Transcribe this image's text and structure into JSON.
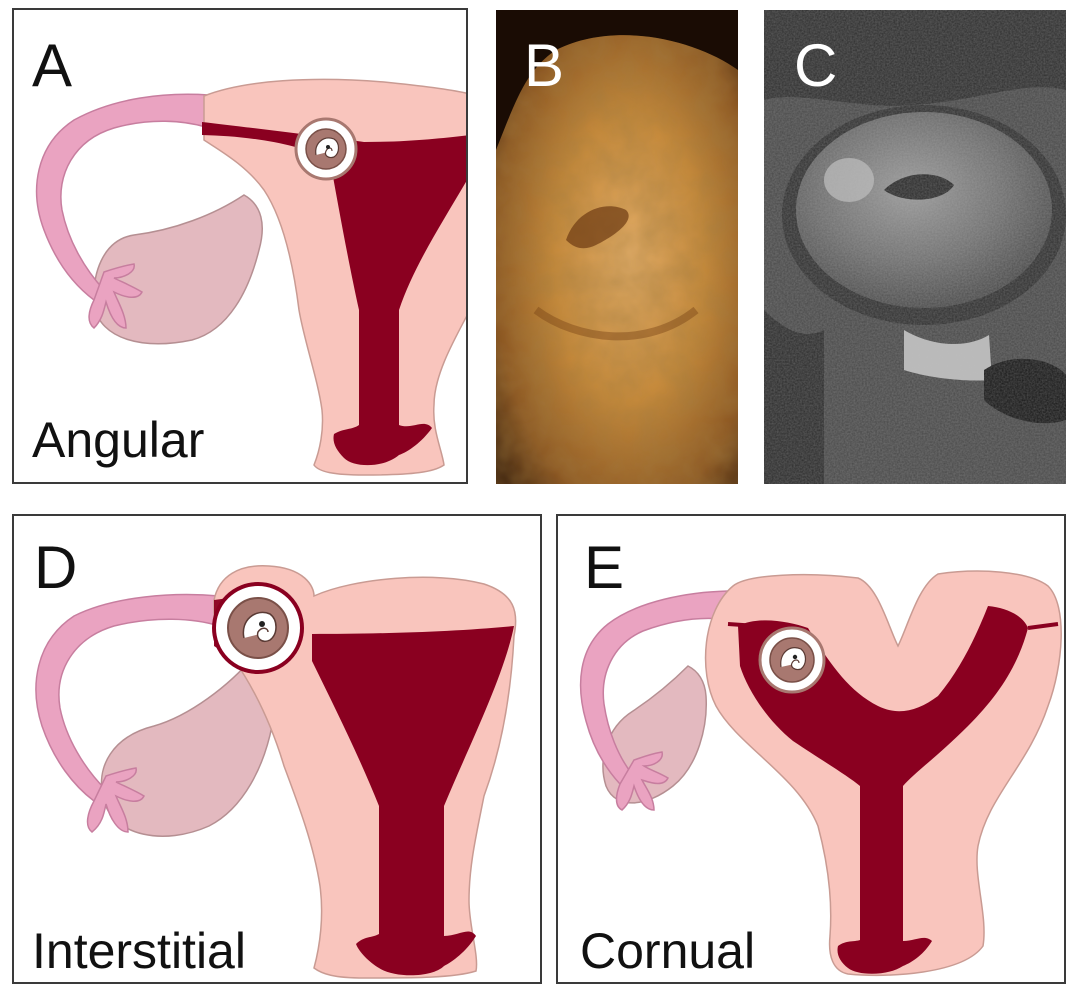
{
  "panels": {
    "a": {
      "letter": "A",
      "caption": "Angular"
    },
    "b": {
      "letter": "B"
    },
    "c": {
      "letter": "C"
    },
    "d": {
      "letter": "D",
      "caption": "Interstitial"
    },
    "e": {
      "letter": "E",
      "caption": "Cornual"
    }
  },
  "colors": {
    "uterine_wall": "#f9c5bd",
    "cavity": "#8a0020",
    "fallopian_tube": "#eaa3c1",
    "ovary": "#e3b9bf",
    "gestational_sac": "#a87870",
    "ultrasound_tone": "#c88a3a",
    "mri_tone": "#6a6a6a"
  },
  "icons": {
    "gestational_sac": "gestational-sac-icon",
    "uterus": "uterus-illustration",
    "ultrasound": "3d-ultrasound-image",
    "mri": "mri-image"
  }
}
